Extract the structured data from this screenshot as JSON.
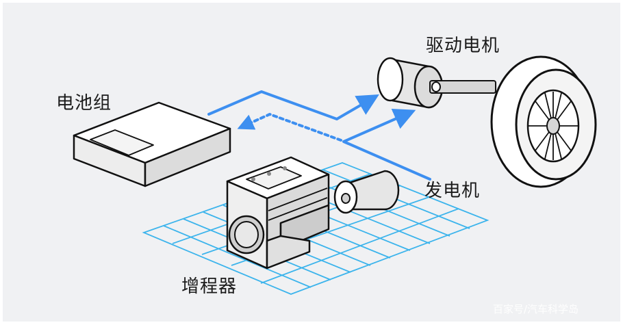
{
  "labels": {
    "battery": "电池组",
    "drive_motor": "驱动电机",
    "generator": "发电机",
    "range_extender": "增程器"
  },
  "watermark": "百家号/汽车科学岛",
  "colors": {
    "background": "#f0f1f3",
    "flow_line": "#3d8ff0",
    "grid": "#3cb4ec",
    "outline": "#111111"
  },
  "icons": [
    "battery-pack-icon",
    "drive-motor-icon",
    "wheel-icon",
    "generator-icon",
    "range-extender-icon"
  ]
}
